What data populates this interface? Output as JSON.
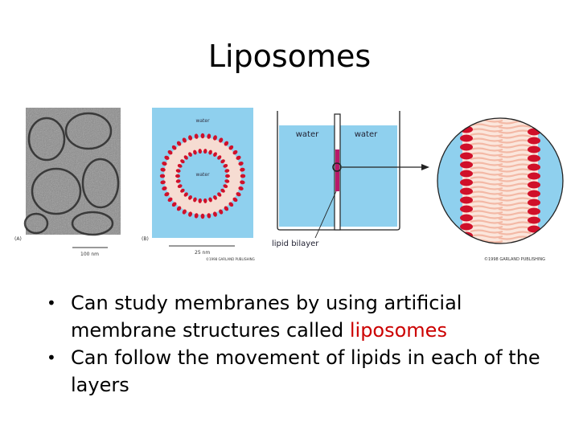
{
  "slide": {
    "title": "Liposomes"
  },
  "figure": {
    "panel_a": {
      "label": "(A)",
      "scale": "100 nm"
    },
    "panel_b": {
      "label": "(B)",
      "top_label": "water",
      "center_label": "water",
      "scale": "25 nm",
      "credit": "©1998 GARLAND PUBLISHING"
    },
    "panel_c": {
      "left_label": "water",
      "right_label": "water",
      "caption": "lipid bilayer"
    },
    "panel_d": {
      "credit": "©1998 GARLAND PUBLISHING"
    }
  },
  "bullets": [
    {
      "text_before": "Can study membranes by using artificial membrane structures called ",
      "highlight": "liposomes",
      "text_after": ""
    },
    {
      "text_before": "Can follow the movement of lipids in each of the layers",
      "highlight": "",
      "text_after": ""
    }
  ],
  "colors": {
    "water": "#8fd0ee",
    "lipid_head": "#d0102a",
    "lipid_tail": "#f3b9a6",
    "highlight": "#cc0000"
  }
}
